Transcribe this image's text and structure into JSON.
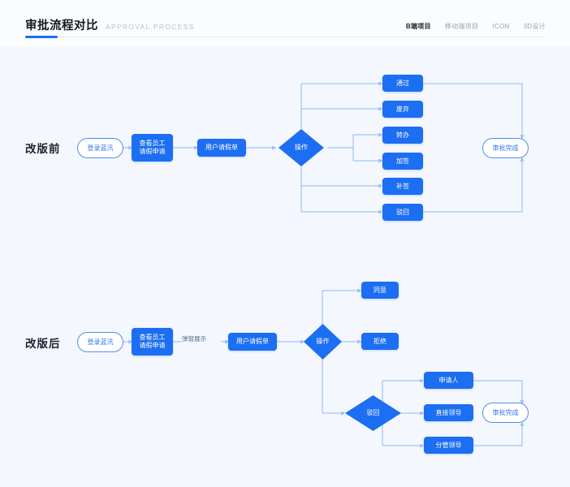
{
  "header": {
    "title": "审批流程对比",
    "subtitle": "APPROVAL PROCESS",
    "nav": [
      {
        "label": "B端项目",
        "active": true
      },
      {
        "label": "移动端项目",
        "active": false
      },
      {
        "label": "ICON",
        "active": false
      },
      {
        "label": "3D设计",
        "active": false
      }
    ]
  },
  "sections": [
    {
      "label": "改版前",
      "nodes": {
        "start": "登录蓝汛",
        "view": "查看员工\n请假申请",
        "view_l1": "查看员工",
        "view_l2": "请假申请",
        "form": "用户请假单",
        "decision": "操作",
        "branches": [
          "通过",
          "废弃",
          "转办",
          "加签",
          "补签",
          "驳回"
        ],
        "end": "审批完成"
      }
    },
    {
      "label": "改版后",
      "nodes": {
        "start": "登录蓝汛",
        "view_l1": "查看员工",
        "view_l2": "请假申请",
        "edge_label": "弹窗展示",
        "form": "用户请假单",
        "decision": "操作",
        "agree": "同意",
        "reject": "拒绝",
        "reject_decision": "驳回",
        "targets": [
          "申请人",
          "直接领导",
          "分管领导"
        ],
        "end": "审批完成"
      }
    }
  ],
  "colors": {
    "accent": "#1c6ef2",
    "background": "#f4f7fd",
    "wire": "#8fb6f7",
    "header_bg": "#fbfcfe"
  }
}
